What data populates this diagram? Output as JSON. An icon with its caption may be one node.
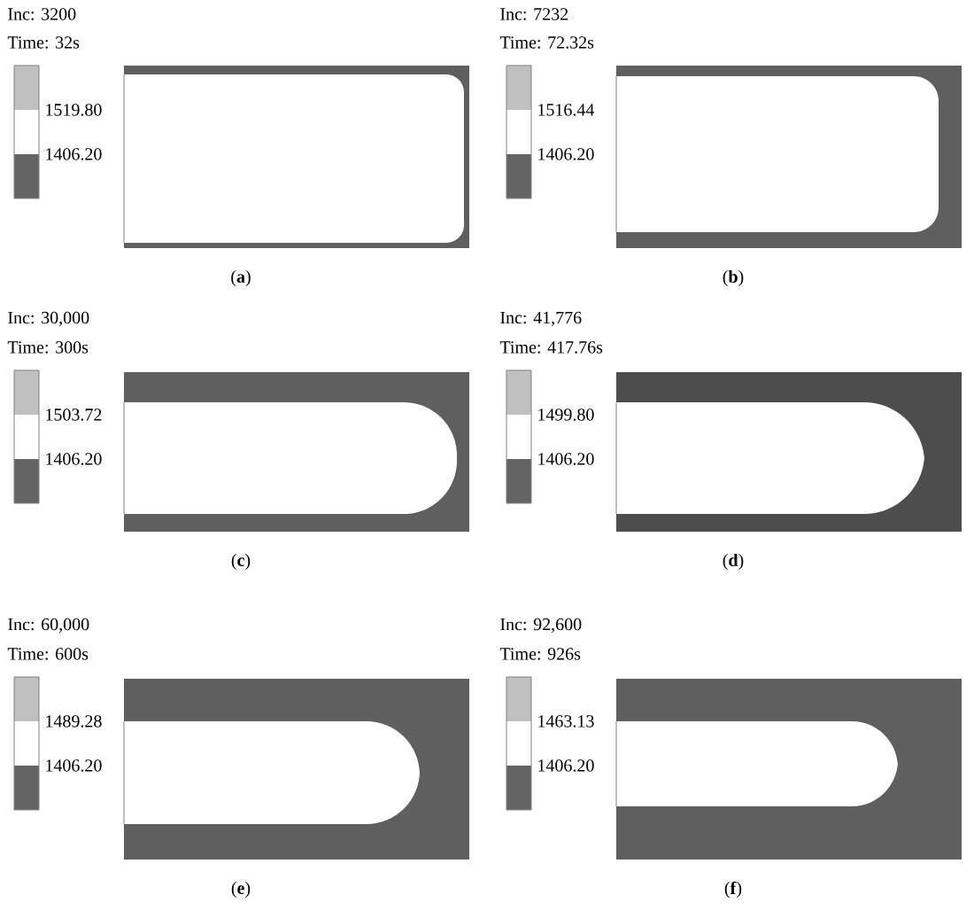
{
  "diagram": {
    "labels": [
      "Inc: 3200",
      "Time: 32s",
      "1519.80",
      "1406.20",
      "(**a**)",
      "Inc: 7232",
      "Time: 72.32s",
      "1516.44",
      "1406.20",
      "(**b**)",
      "Inc: 30,000",
      "Time: 300s",
      "1503.72",
      "1406.20",
      "(**c**)",
      "Inc: 41,776",
      "Time: 417.76s",
      "1499.80",
      "1406.20",
      "(**d**)",
      "Inc: 60,000",
      "Time: 600s",
      "1489.28",
      "1406.20",
      "(**e**)",
      "Inc: 92,600",
      "Time: 926s",
      "1463.13",
      "1406.20",
      "(**f**)"
    ]
  }
}
